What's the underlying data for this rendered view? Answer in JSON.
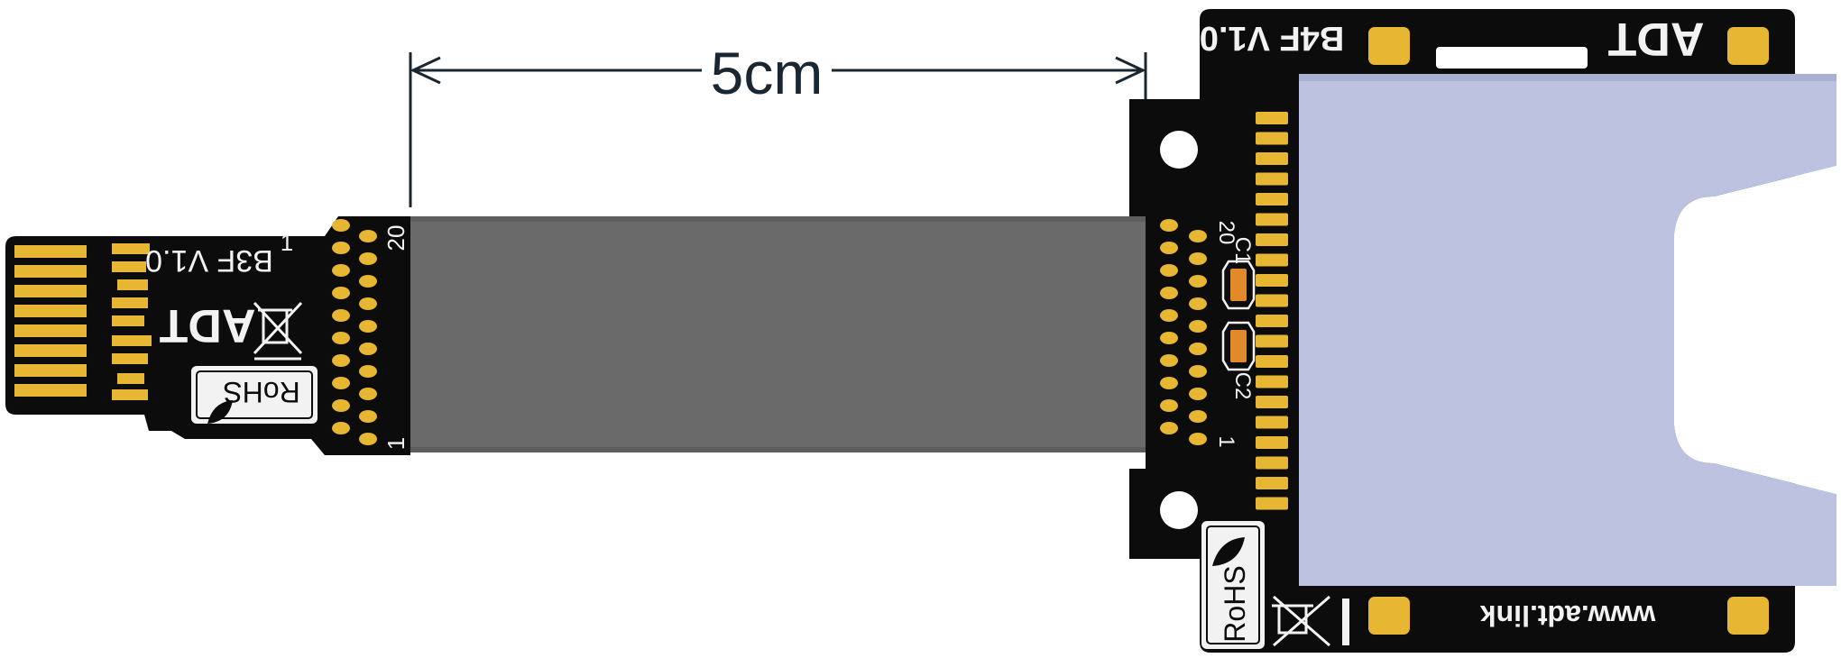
{
  "dimension": {
    "label": "5cm"
  },
  "left_board": {
    "brand": "ADT",
    "version_text": "B3F V1.0",
    "pin1_marker": "1",
    "pin_first": "1",
    "pin_last": "20",
    "rohs": "RoHS"
  },
  "right_board": {
    "brand": "ADT",
    "version_text": "B4F V1.0",
    "pin_first": "1",
    "pin_last": "20",
    "cap1": "C1",
    "cap2": "C2",
    "rohs": "RoHS",
    "website": "www.adt.link"
  },
  "colors": {
    "pcb": "#0c0c0c",
    "gold": "#e7b633",
    "ribbon": "#6a6a6a",
    "card": "#bcc2e0",
    "silkscreen": "#f2f2f2",
    "capacitor": "#e08a2a"
  }
}
